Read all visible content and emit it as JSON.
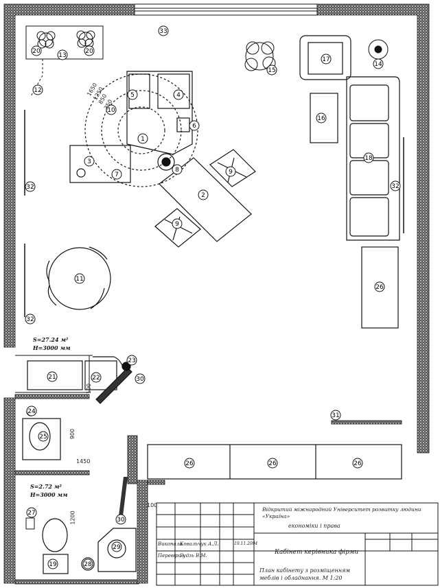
{
  "plan": {
    "main_room": {
      "area": "S=27.24 м²",
      "height": "H=3000 мм"
    },
    "wc_room": {
      "area": "S=2.72 м²",
      "height": "H=3000 мм"
    },
    "dimensions": {
      "d1450": "1450",
      "d900": "900",
      "d1200": "1200",
      "d100a": "100",
      "d100b": "100"
    },
    "markers": [
      "1",
      "2",
      "3",
      "4",
      "5",
      "6",
      "7",
      "8",
      "9",
      "9",
      "10",
      "11",
      "12",
      "13",
      "14",
      "15",
      "16",
      "17",
      "18",
      "19",
      "20",
      "20",
      "21",
      "22",
      "23",
      "24",
      "25",
      "26",
      "26",
      "26",
      "26",
      "27",
      "28",
      "29",
      "30",
      "30",
      "31",
      "32",
      "32",
      "32",
      "33"
    ],
    "radii": [
      "1650",
      "1250",
      "850",
      "350"
    ]
  },
  "stamp": {
    "org_line1": "Відкритий міжнародний Університет розвитку людини «Україна»",
    "org_line2": "економіки і права",
    "executor_label": "Виконала",
    "executor_name": "Ковальчук А.Л.",
    "executor_date": "19.11.2004",
    "checker_label": "Перевірив",
    "checker_name": "Гудзь В.М.",
    "title": "Кабінет керівника фірми",
    "subtitle": "План кабінету з розміщенням меблів і обладнання. М 1:20"
  }
}
